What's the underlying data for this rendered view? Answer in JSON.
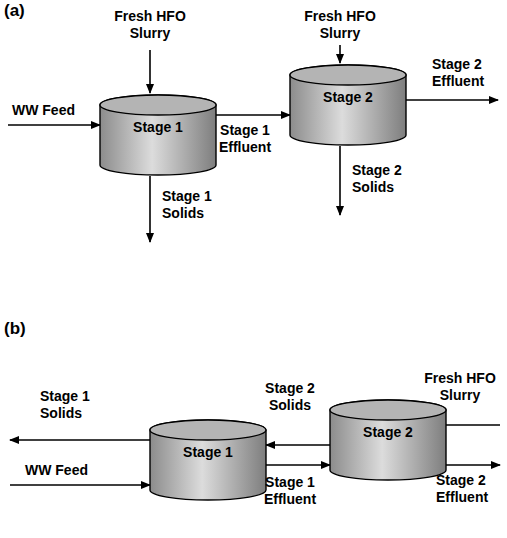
{
  "diagram": {
    "nodes": [
      {
        "text": [
          "Stage 1"
        ]
      },
      {
        "text": [
          "Stage 2"
        ]
      },
      {
        "text": [
          "Stage 1"
        ]
      },
      {
        "text": [
          "Stage 2"
        ]
      }
    ],
    "edges": [
      {
        "from": 0,
        "to": 1,
        "arrow": "to",
        "label": "Stage 1 Effluent"
      },
      {
        "from": 3,
        "to": 2,
        "arrow": "to",
        "label": "Stage 2 Solids"
      },
      {
        "from": 2,
        "to": 3,
        "arrow": "to",
        "label": "Stage 1 Effluent"
      }
    ],
    "labels": [
      "(a)",
      "Fresh HFO Slurry",
      "WW Feed",
      "Stage 1 Solids",
      "Fresh HFO Slurry",
      "Stage 2 Effluent",
      "Stage 2 Solids",
      "(b)",
      "Stage 1 Solids",
      "WW Feed",
      "Stage 2 Effluent",
      "Fresh HFO Slurry"
    ]
  }
}
